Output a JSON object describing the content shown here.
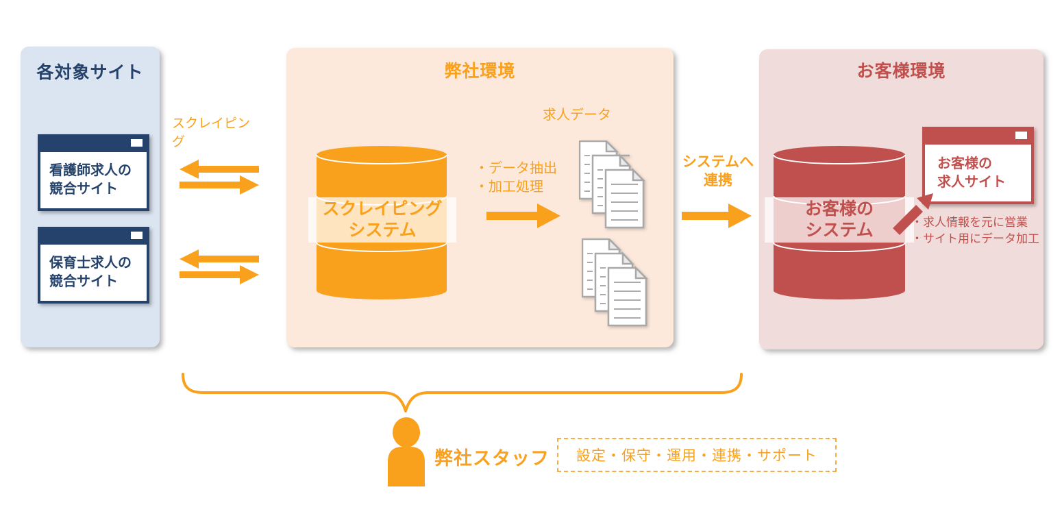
{
  "palette": {
    "orange": "#F9A01C",
    "navy": "#24426B",
    "navy_panel_bg": "#DBE5F1",
    "company_panel_bg": "#FCE9DB",
    "customer_panel_bg": "#F0DCDA",
    "red": "#C0504D",
    "document_gray": "#A8A8A8"
  },
  "target_sites": {
    "title": "各対象サイト",
    "sites": [
      "看護師求人の\n競合サイト",
      "保育士求人の\n競合サイト"
    ]
  },
  "scraping": {
    "label": "スクレイピング"
  },
  "company": {
    "title": "弊社環境",
    "system_label": "スクレイピング\nシステム",
    "process_notes": "・データ抽出\n・加工処理",
    "data_label": "求人データ"
  },
  "link": {
    "label": "システムへ\n連携"
  },
  "customer": {
    "title": "お客様環境",
    "system_label": "お客様の\nシステム",
    "site_label": "お客様の\n求人サイト",
    "notes": "・求人情報を元に営業\n・サイト用にデータ加工"
  },
  "staff": {
    "label": "弊社スタッフ",
    "services": "設定・保守・運用・連携・サポート"
  }
}
